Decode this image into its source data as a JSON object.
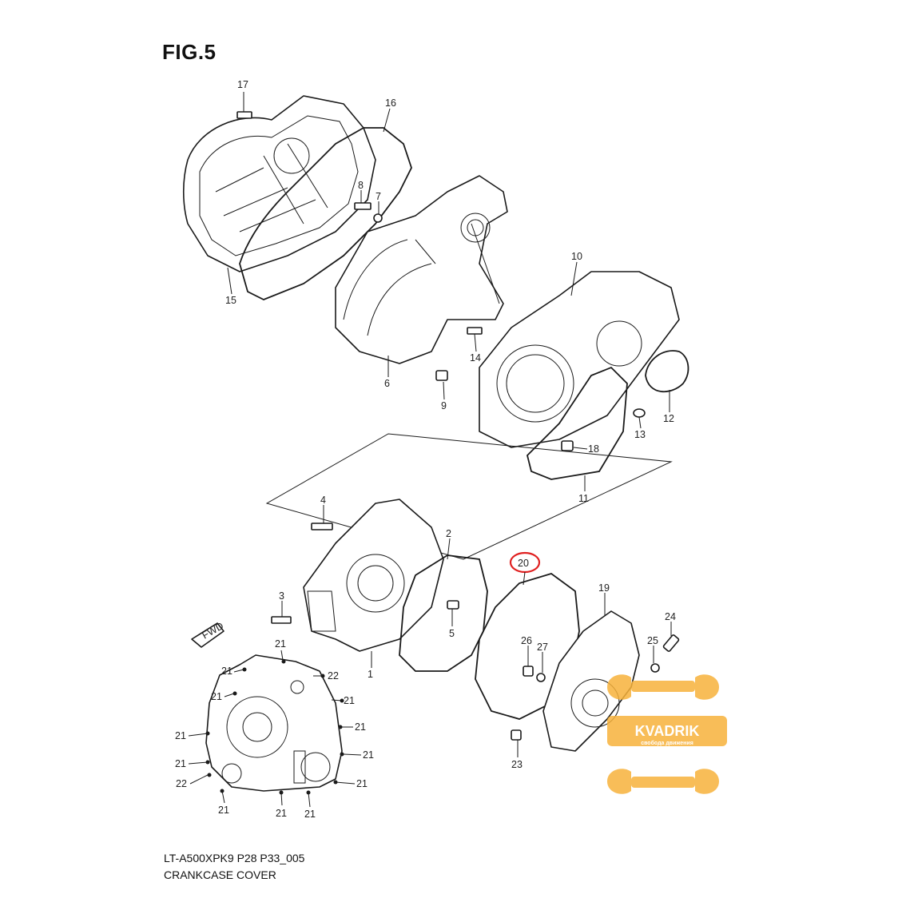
{
  "figure": {
    "title": "FIG.5",
    "code": "LT-A500XPK9 P28 P33_005",
    "name": "CRANKCASE COVER"
  },
  "direction_marker": {
    "label": "FWD"
  },
  "highlight": {
    "part": "20",
    "color": "#e02020"
  },
  "watermark": {
    "brand": "KVADRIK",
    "slogan": "свобода движения",
    "color": "#f7b23b"
  },
  "parts": {
    "p1": "1",
    "p2": "2",
    "p3": "3",
    "p4": "4",
    "p5": "5",
    "p6": "6",
    "p7": "7",
    "p8": "8",
    "p9": "9",
    "p10": "10",
    "p11": "11",
    "p12": "12",
    "p13": "13",
    "p14": "14",
    "p15": "15",
    "p16": "16",
    "p17": "17",
    "p18": "18",
    "p19": "19",
    "p20": "20",
    "p21": "21",
    "p22": "22",
    "p23": "23",
    "p24": "24",
    "p25": "25",
    "p26": "26",
    "p27": "27"
  }
}
